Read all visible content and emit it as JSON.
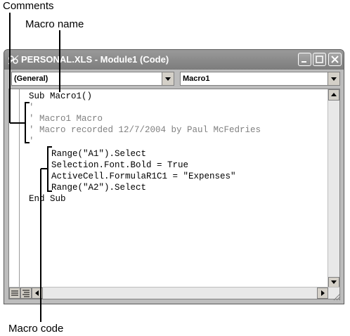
{
  "callouts": {
    "comments": "Comments",
    "macro_name": "Macro name",
    "macro_code": "Macro code"
  },
  "window": {
    "title": "PERSONAL.XLS - Module1 (Code)",
    "icon": "vba-module-icon"
  },
  "toolbar": {
    "object_dropdown": "(General)",
    "procedure_dropdown": "Macro1"
  },
  "code": {
    "lines": [
      {
        "text": "Sub Macro1()",
        "kind": "code"
      },
      {
        "text": "'",
        "kind": "comment"
      },
      {
        "text": "' Macro1 Macro",
        "kind": "comment"
      },
      {
        "text": "' Macro recorded 12/7/2004 by Paul McFedries",
        "kind": "comment"
      },
      {
        "text": "'",
        "kind": "comment"
      },
      {
        "text": "Range(\"A1\").Select",
        "kind": "code"
      },
      {
        "text": "Selection.Font.Bold = True",
        "kind": "code"
      },
      {
        "text": "ActiveCell.FormulaR1C1 = \"Expenses\"",
        "kind": "code"
      },
      {
        "text": "Range(\"A2\").Select",
        "kind": "code"
      },
      {
        "text": "End Sub",
        "kind": "code"
      }
    ]
  }
}
